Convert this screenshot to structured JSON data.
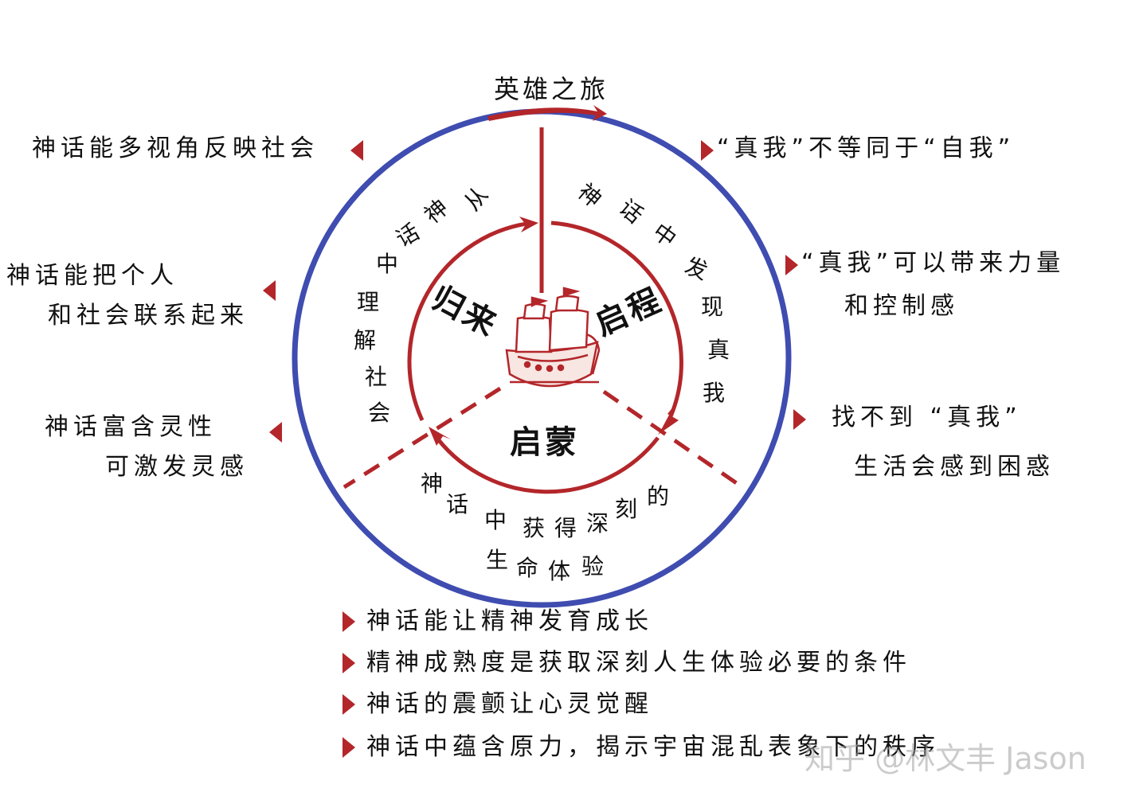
{
  "title": "英雄之旅",
  "colors": {
    "outer_circle": "#3f4cb0",
    "inner_circle": "#b3262a",
    "bullet": "#b3262a",
    "text": "#111111"
  },
  "stages": {
    "departure": "启程",
    "initiation": "启蒙",
    "return": "归来"
  },
  "arc_labels": {
    "departure": "神话中发现真我",
    "initiation": "神话中获得深刻的生命体验",
    "return": "神话中理解社会"
  },
  "left_notes": [
    {
      "text": "神话能多视角反映社会"
    },
    {
      "line1": "神话能把个人",
      "line2": "和社会联系起来"
    },
    {
      "line1": "神话富含灵性",
      "line2": "可激发灵感"
    }
  ],
  "right_notes": [
    {
      "text": "“真我”不等同于“自我”"
    },
    {
      "line1": "“真我”可以带来力量",
      "line2": "和控制感"
    },
    {
      "line1": "找不到 “真我”",
      "line2": "生活会感到困惑"
    }
  ],
  "bottom_list": [
    "神话能让精神发育成长",
    "精神成熟度是获取深刻人生体验必要的条件",
    "神话的震颤让心灵觉醒",
    "神话中蕴含原力，揭示宇宙混乱表象下的秩序"
  ],
  "center_icon": "sailing-ship-icon",
  "watermark": "知乎 @林文丰 Jason"
}
